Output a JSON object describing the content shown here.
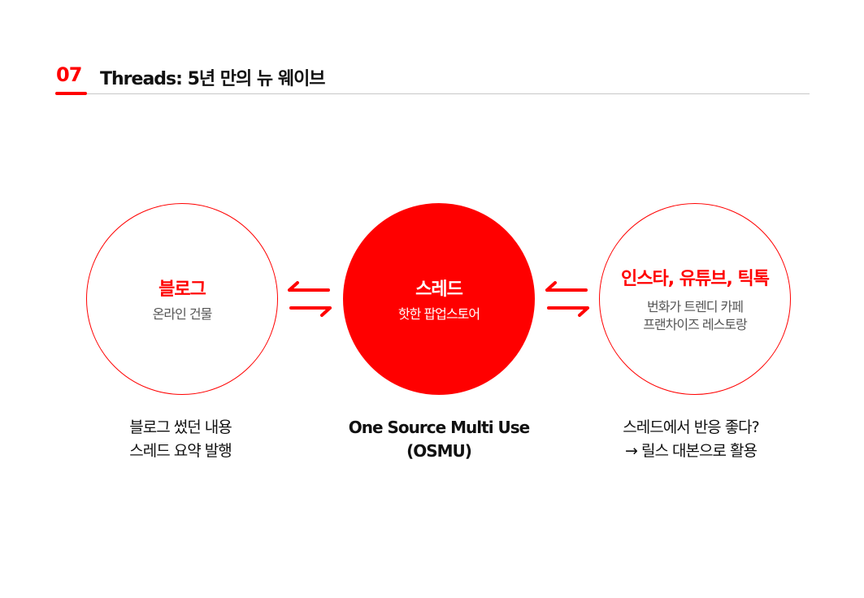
{
  "header": {
    "number": "07",
    "title": "Threads: 5년 만의 뉴 웨이브"
  },
  "colors": {
    "accent": "#ff0000"
  },
  "nodes": [
    {
      "title": "블로그",
      "subtitle": "온라인 건물",
      "caption": [
        "블로그 썼던 내용",
        "스레드 요약 발행"
      ]
    },
    {
      "title": "스레드",
      "subtitle": "핫한 팝업스토어",
      "caption": [
        "One Source Multi Use",
        "(OSMU)"
      ]
    },
    {
      "title": "인스타, 유튜브, 틱톡",
      "subtitle": "번화가 트렌디 카페",
      "subtitle2": "프랜차이즈 레스토랑",
      "caption": [
        "스레드에서 반응 좋다?",
        "→ 릴스 대본으로 활용"
      ]
    }
  ]
}
